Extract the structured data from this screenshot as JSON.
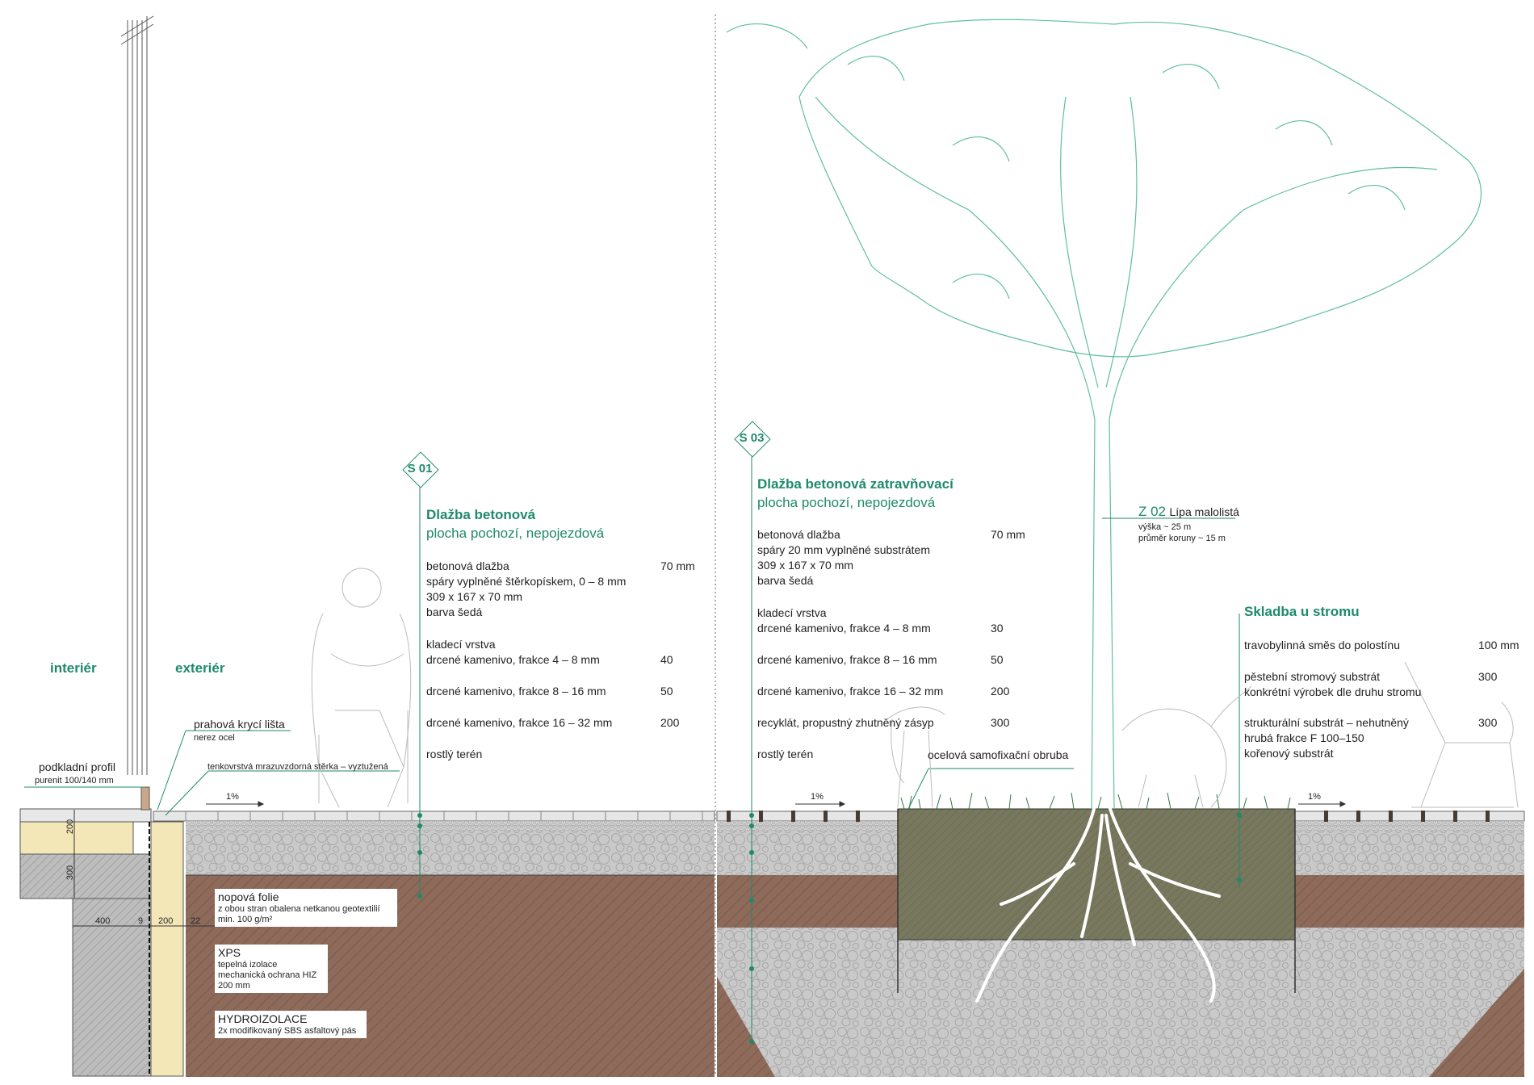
{
  "zones": {
    "interior": "interiér",
    "exterior": "exteriér"
  },
  "s01": {
    "tag": "S 01",
    "title": "Dlažba betonová",
    "subtitle": "plocha pochozí, nepojezdová",
    "layers": [
      {
        "lines": [
          "betonová dlažba",
          "spáry vyplněné štěrkopískem, 0 – 8 mm",
          "309 x 167 x 70 mm",
          "barva šedá"
        ],
        "value": "70 mm"
      },
      {
        "lines": [
          "kladecí vrstva",
          "drcené kamenivo, frakce 4 – 8 mm"
        ],
        "value": "40"
      },
      {
        "lines": [
          "drcené kamenivo, frakce 8 – 16 mm"
        ],
        "value": "50"
      },
      {
        "lines": [
          "drcené kamenivo, frakce 16 – 32 mm"
        ],
        "value": "200"
      },
      {
        "lines": [
          "rostlý terén"
        ],
        "value": ""
      }
    ]
  },
  "s03": {
    "tag": "S 03",
    "title": "Dlažba betonová zatravňovací",
    "subtitle": "plocha pochozí, nepojezdová",
    "layers": [
      {
        "lines": [
          "betonová dlažba",
          "spáry 20 mm vyplněné substrátem",
          "309 x 167 x 70 mm",
          "barva šedá"
        ],
        "value": "70 mm"
      },
      {
        "lines": [
          "kladecí vrstva",
          "drcené kamenivo, frakce 4 – 8 mm"
        ],
        "value": "30"
      },
      {
        "lines": [
          "drcené kamenivo, frakce 8 – 16 mm"
        ],
        "value": "50"
      },
      {
        "lines": [
          "drcené kamenivo, frakce 16 – 32 mm"
        ],
        "value": "200"
      },
      {
        "lines": [
          "recyklát, propustný zhutněný zásyp"
        ],
        "value": "300"
      },
      {
        "lines": [
          "rostlý terén"
        ],
        "value": ""
      }
    ]
  },
  "tree": {
    "code": "Z 02",
    "name": "Lípa malolistá",
    "height": "výška ~ 25 m",
    "crown": "průměr koruny ~ 15 m"
  },
  "tree_build": {
    "title": "Skladba u stromu",
    "layers": [
      {
        "lines": [
          "travobylinná směs do polostínu"
        ],
        "value": "100 mm"
      },
      {
        "lines": [
          "pěstební stromový substrát",
          "konkrétní výrobek dle druhu stromu"
        ],
        "value": "300"
      },
      {
        "lines": [
          "strukturální substrát – nehutněný",
          "hrubá frakce F 100–150",
          "kořenový substrát"
        ],
        "value": "300"
      }
    ]
  },
  "labels": {
    "threshold": "prahová krycí lišta",
    "threshold_sub": "nerez ocel",
    "base_profile": "podkladní profil",
    "base_profile_sub": "purenit 100/140 mm",
    "screed": "tenkovrstvá mrazuvzdorná stěrka – vyztužená",
    "curb": "ocelová samofixační obruba",
    "slope1": "1%",
    "slope2": "1%",
    "slope3": "1%"
  },
  "notes": [
    {
      "title": "nopová folie",
      "lines": [
        "z obou stran obalena netkanou geotextilií",
        "min. 100 g/m²"
      ]
    },
    {
      "title": "XPS",
      "lines": [
        "tepelná izolace",
        "mechanická ochrana HIZ",
        "200 mm"
      ]
    },
    {
      "title": "HYDROIZOLACE",
      "lines": [
        "2x modifikovaný SBS asfaltový pás"
      ]
    }
  ],
  "dims": {
    "v1": "200",
    "v2": "300",
    "h1": "400",
    "h2": "9",
    "h3": "200",
    "h4": "22"
  },
  "colors": {
    "accent": "#1f8a6a",
    "soil": "#8d6a5a",
    "gravel": "#c8c8c8",
    "insulation": "#f3e7b7",
    "concrete": "#bdbdbd",
    "topsoil": "#7a7b62"
  }
}
